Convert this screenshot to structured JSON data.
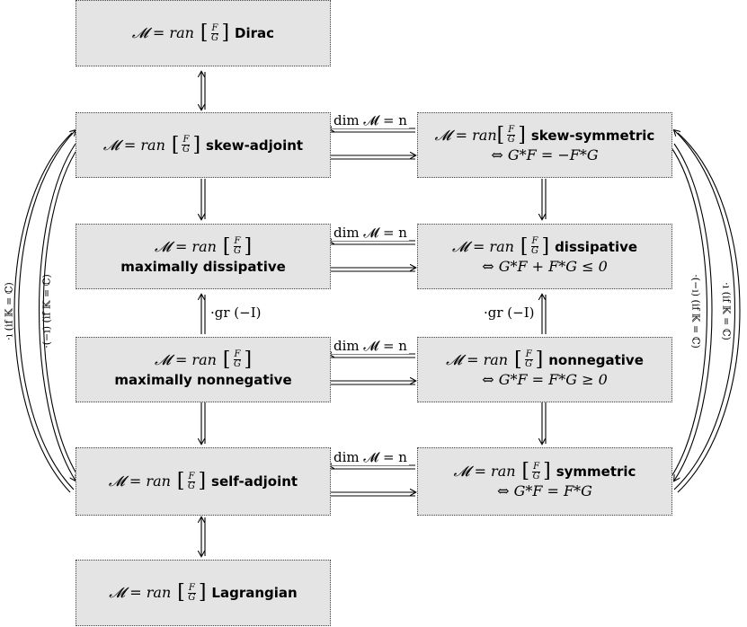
{
  "boxes": {
    "dirac": {
      "prefix": "𝓜 = ran",
      "F": "F",
      "G": "G",
      "name": "Dirac",
      "cond": ""
    },
    "skewadj": {
      "prefix": "𝓜 = ran",
      "F": "F",
      "G": "G",
      "name": "skew-adjoint",
      "cond": ""
    },
    "skewsym": {
      "prefix": "𝓜 = ran",
      "F": "F",
      "G": "G",
      "name": "skew-symmetric",
      "cond": "⇔ G*F = −F*G"
    },
    "maxdiss": {
      "prefix": "𝓜 = ran",
      "F": "F",
      "G": "G",
      "name": "maximally dissipative",
      "cond": ""
    },
    "diss": {
      "prefix": "𝓜 = ran",
      "F": "F",
      "G": "G",
      "name": "dissipative",
      "cond": "⇔ G*F + F*G ≤ 0"
    },
    "maxnonneg": {
      "prefix": "𝓜 = ran",
      "F": "F",
      "G": "G",
      "name": "maximally nonnegative",
      "cond": ""
    },
    "nonneg": {
      "prefix": "𝓜 = ran",
      "F": "F",
      "G": "G",
      "name": "nonnegative",
      "cond": "⇔ G*F = F*G ≥ 0"
    },
    "selfadj": {
      "prefix": "𝓜 = ran",
      "F": "F",
      "G": "G",
      "name": "self-adjoint",
      "cond": ""
    },
    "sym": {
      "prefix": "𝓜 = ran",
      "F": "F",
      "G": "G",
      "name": "symmetric",
      "cond": "⇔ G*F = F*G"
    },
    "lagr": {
      "prefix": "𝓜 = ran",
      "F": "F",
      "G": "G",
      "name": "Lagrangian",
      "cond": ""
    }
  },
  "labels": {
    "dim1": "dim 𝓜 = n",
    "dim2": "dim 𝓜 = n",
    "dim3": "dim 𝓜 = n",
    "dim4": "dim 𝓜 = n",
    "gr_left": "·gr (−I)",
    "gr_right": "·gr (−I)",
    "outer_left": "·ı (if 𝕂 = ℂ)",
    "inner_left": "·(−ı) (if 𝕂 = ℂ)",
    "inner_right": "·(−ı) (if 𝕂 = ℂ)",
    "outer_right": "·ı (if 𝕂 = ℂ)"
  }
}
